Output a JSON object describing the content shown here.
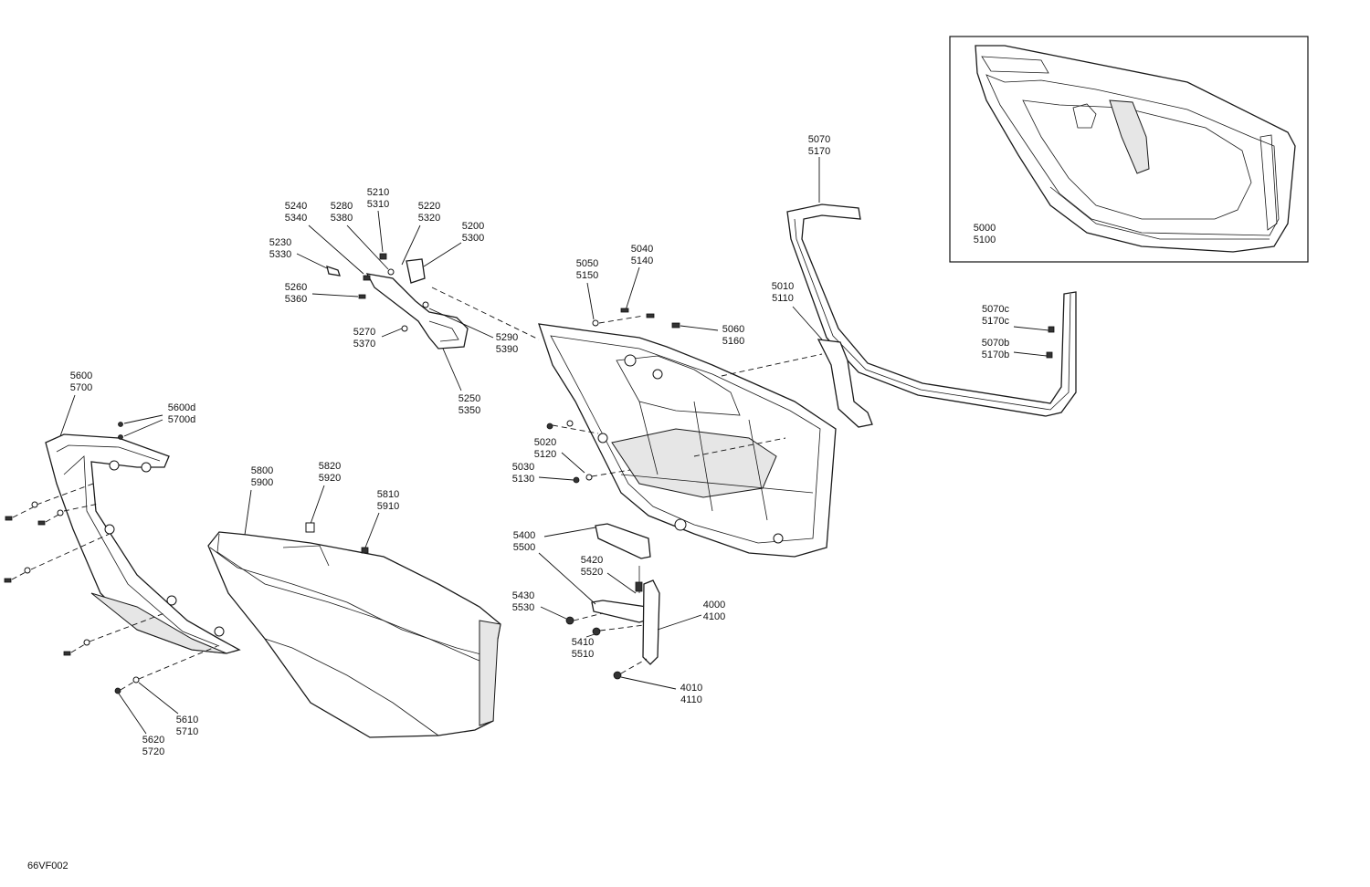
{
  "diagram_ref": "66VF002",
  "callouts": {
    "c5000": [
      "5000",
      "5100"
    ],
    "c5070": [
      "5070",
      "5170"
    ],
    "c5010": [
      "5010",
      "5110"
    ],
    "c5070c": [
      "5070c",
      "5170c"
    ],
    "c5070b": [
      "5070b",
      "5170b"
    ],
    "c5050": [
      "5050",
      "5150"
    ],
    "c5040": [
      "5040",
      "5140"
    ],
    "c5060": [
      "5060",
      "5160"
    ],
    "c5020": [
      "5020",
      "5120"
    ],
    "c5030": [
      "5030",
      "5130"
    ],
    "c5210": [
      "5210",
      "5310"
    ],
    "c5240": [
      "5240",
      "5340"
    ],
    "c5280": [
      "5280",
      "5380"
    ],
    "c5220": [
      "5220",
      "5320"
    ],
    "c5200": [
      "5200",
      "5300"
    ],
    "c5230": [
      "5230",
      "5330"
    ],
    "c5260": [
      "5260",
      "5360"
    ],
    "c5270": [
      "5270",
      "5370"
    ],
    "c5290": [
      "5290",
      "5390"
    ],
    "c5250": [
      "5250",
      "5350"
    ],
    "c5600": [
      "5600",
      "5700"
    ],
    "c5600d": [
      "5600d",
      "5700d"
    ],
    "c5800": [
      "5800",
      "5900"
    ],
    "c5820": [
      "5820",
      "5920"
    ],
    "c5810": [
      "5810",
      "5910"
    ],
    "c5610": [
      "5610",
      "5710"
    ],
    "c5620": [
      "5620",
      "5720"
    ],
    "c5400": [
      "5400",
      "5500"
    ],
    "c5420": [
      "5420",
      "5520"
    ],
    "c5430": [
      "5430",
      "5530"
    ],
    "c5410": [
      "5410",
      "5510"
    ],
    "c4000": [
      "4000",
      "4100"
    ],
    "c4010": [
      "4010",
      "4110"
    ]
  }
}
